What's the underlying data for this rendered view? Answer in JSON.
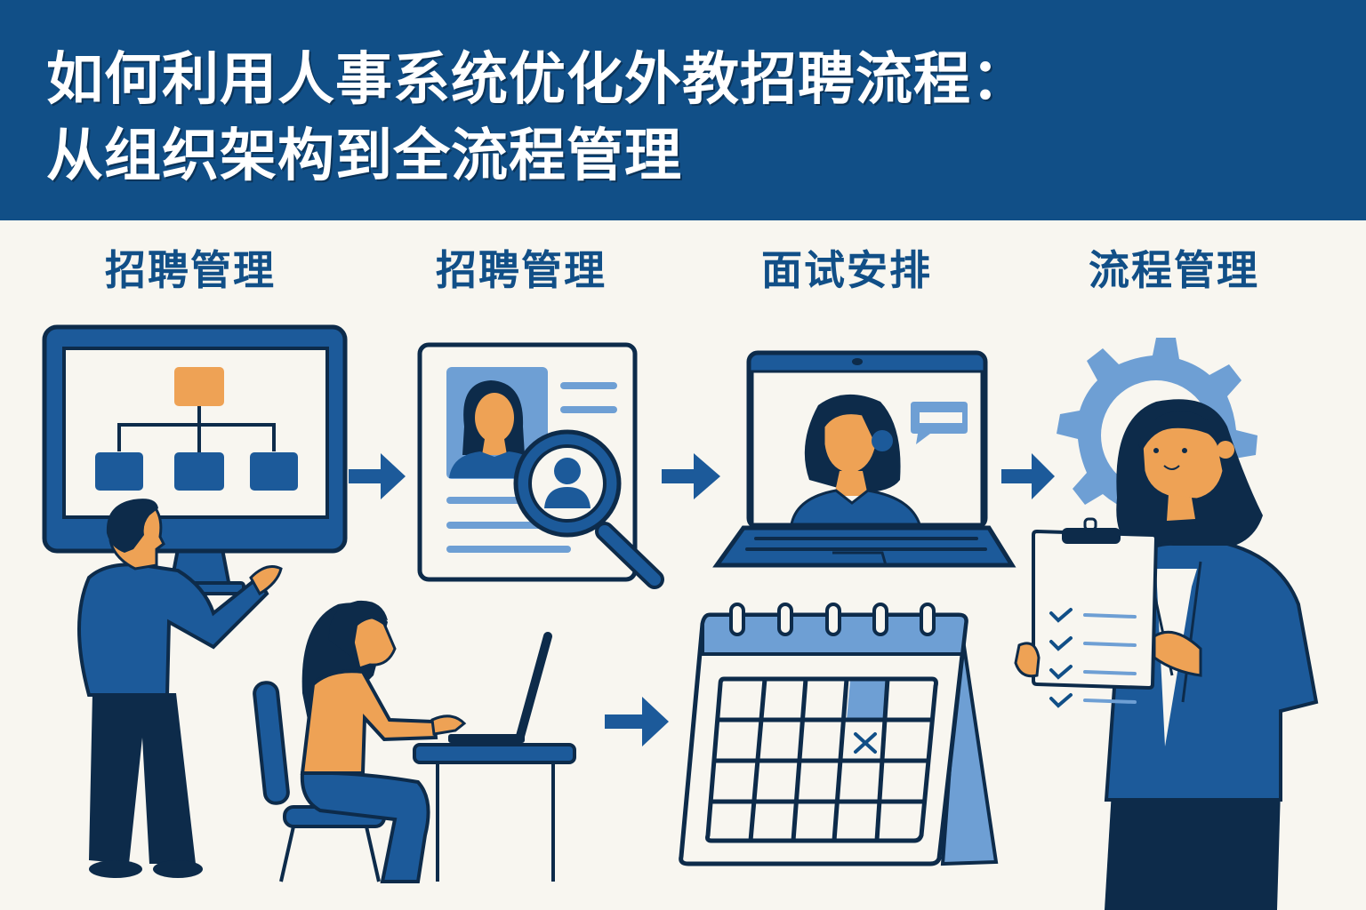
{
  "header": {
    "title_line1": "如何利用人事系统优化外教招聘流程：",
    "title_line2": "从组织架构到全流程管理"
  },
  "steps": [
    {
      "label": "招聘管理",
      "icon": "org-chart-monitor-icon"
    },
    {
      "label": "招聘管理",
      "icon": "resume-search-icon"
    },
    {
      "label": "面试安排",
      "icon": "video-interview-laptop-icon"
    },
    {
      "label": "流程管理",
      "icon": "gear-checklist-icon"
    }
  ],
  "illustrations": {
    "presenter": "man-presenting-org-chart",
    "typist": "woman-typing-on-laptop",
    "calendar": "calendar-with-marked-day",
    "manager": "woman-holding-checklist-clipboard"
  },
  "colors": {
    "header_bg": "#114f87",
    "primary_blue": "#1c5a9a",
    "dark_navy": "#0d2b4a",
    "light_blue": "#6e9fd4",
    "orange": "#eea255",
    "background": "#f8f6f0"
  }
}
